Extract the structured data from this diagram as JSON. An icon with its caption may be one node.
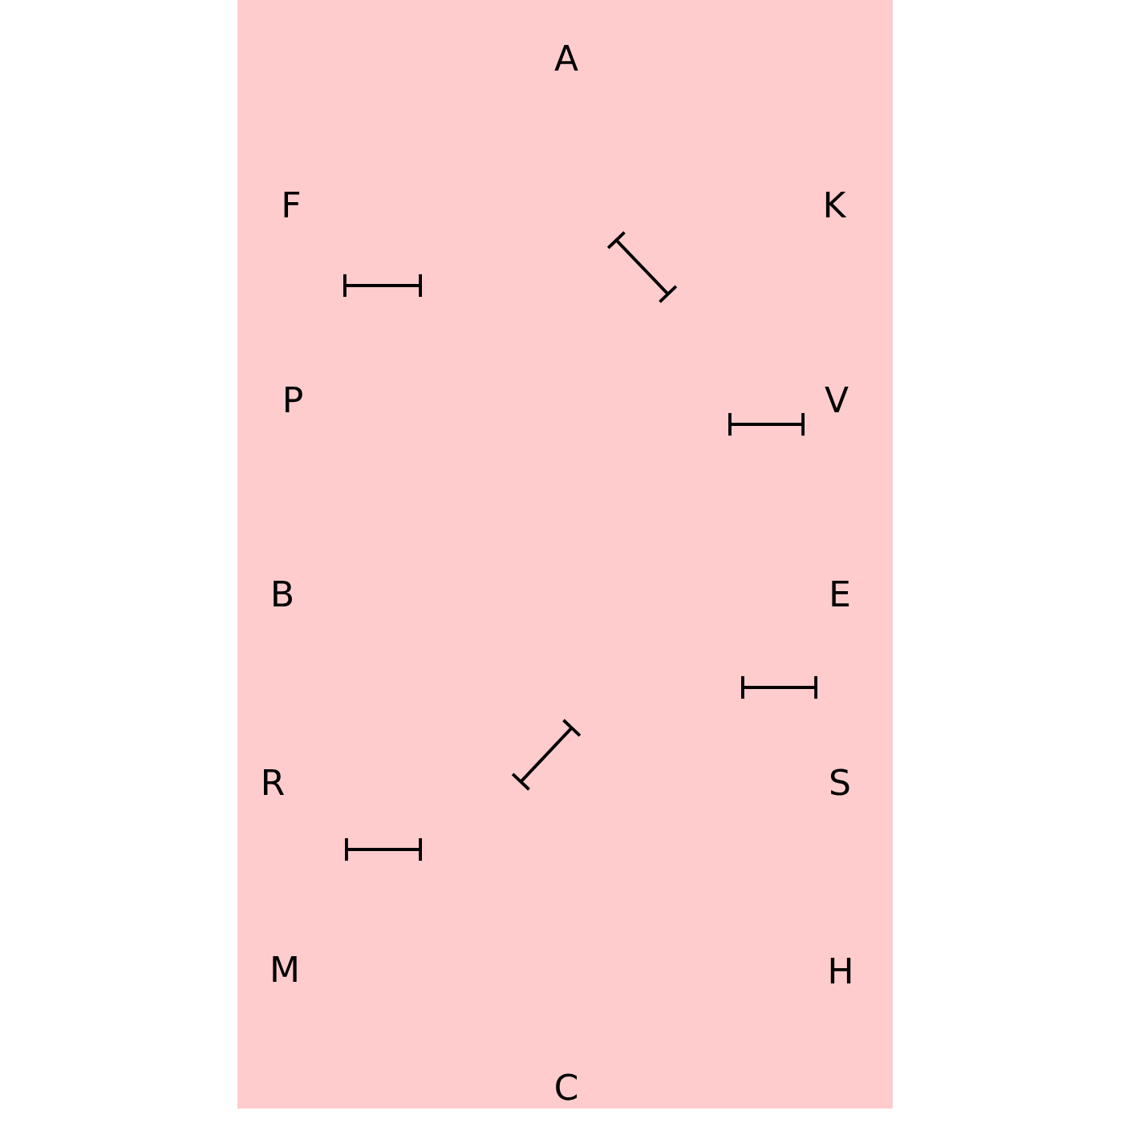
{
  "diagram": {
    "labels": [
      "A",
      "F",
      "K",
      "P",
      "V",
      "B",
      "E",
      "R",
      "S",
      "M",
      "H",
      "C"
    ]
  }
}
